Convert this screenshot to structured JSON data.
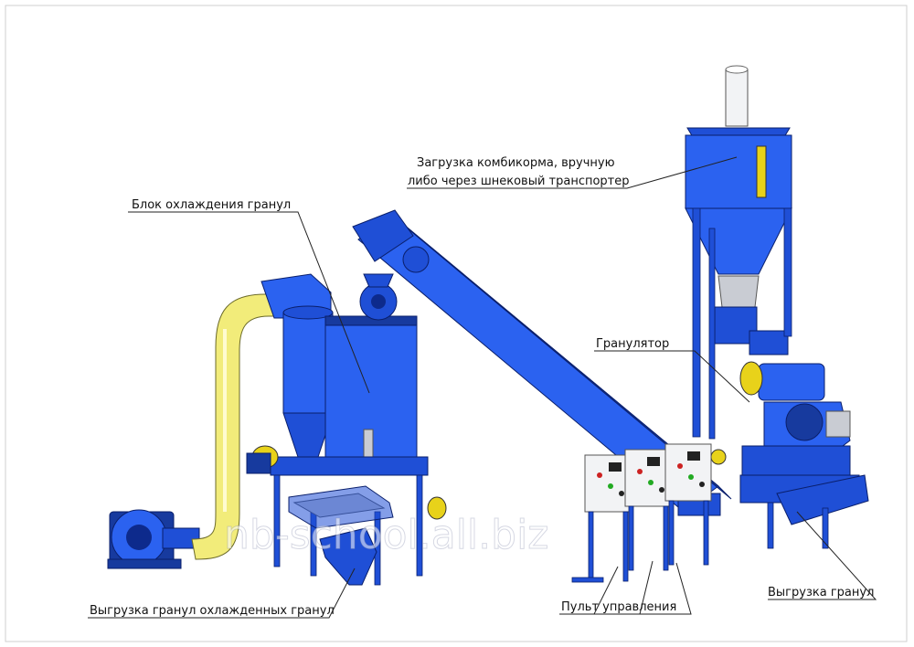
{
  "labels": {
    "feed_loading_line1": "Загрузка комбикорма, вручную",
    "feed_loading_line2": "либо через шнековый транспортер",
    "cooling_block": "Блок охлаждения гранул",
    "granulator": "Гранулятор",
    "cooled_output": "Выгрузка гранул охлажденных гранул",
    "control_panel": "Пульт управления",
    "pellet_output": "Выгрузка гранул"
  },
  "watermark": "nb-school.all.biz",
  "colors": {
    "equipment_blue": "#1f4fd6",
    "duct_yellow": "#f2ec7a",
    "panel_grey": "#f2f3f5"
  }
}
